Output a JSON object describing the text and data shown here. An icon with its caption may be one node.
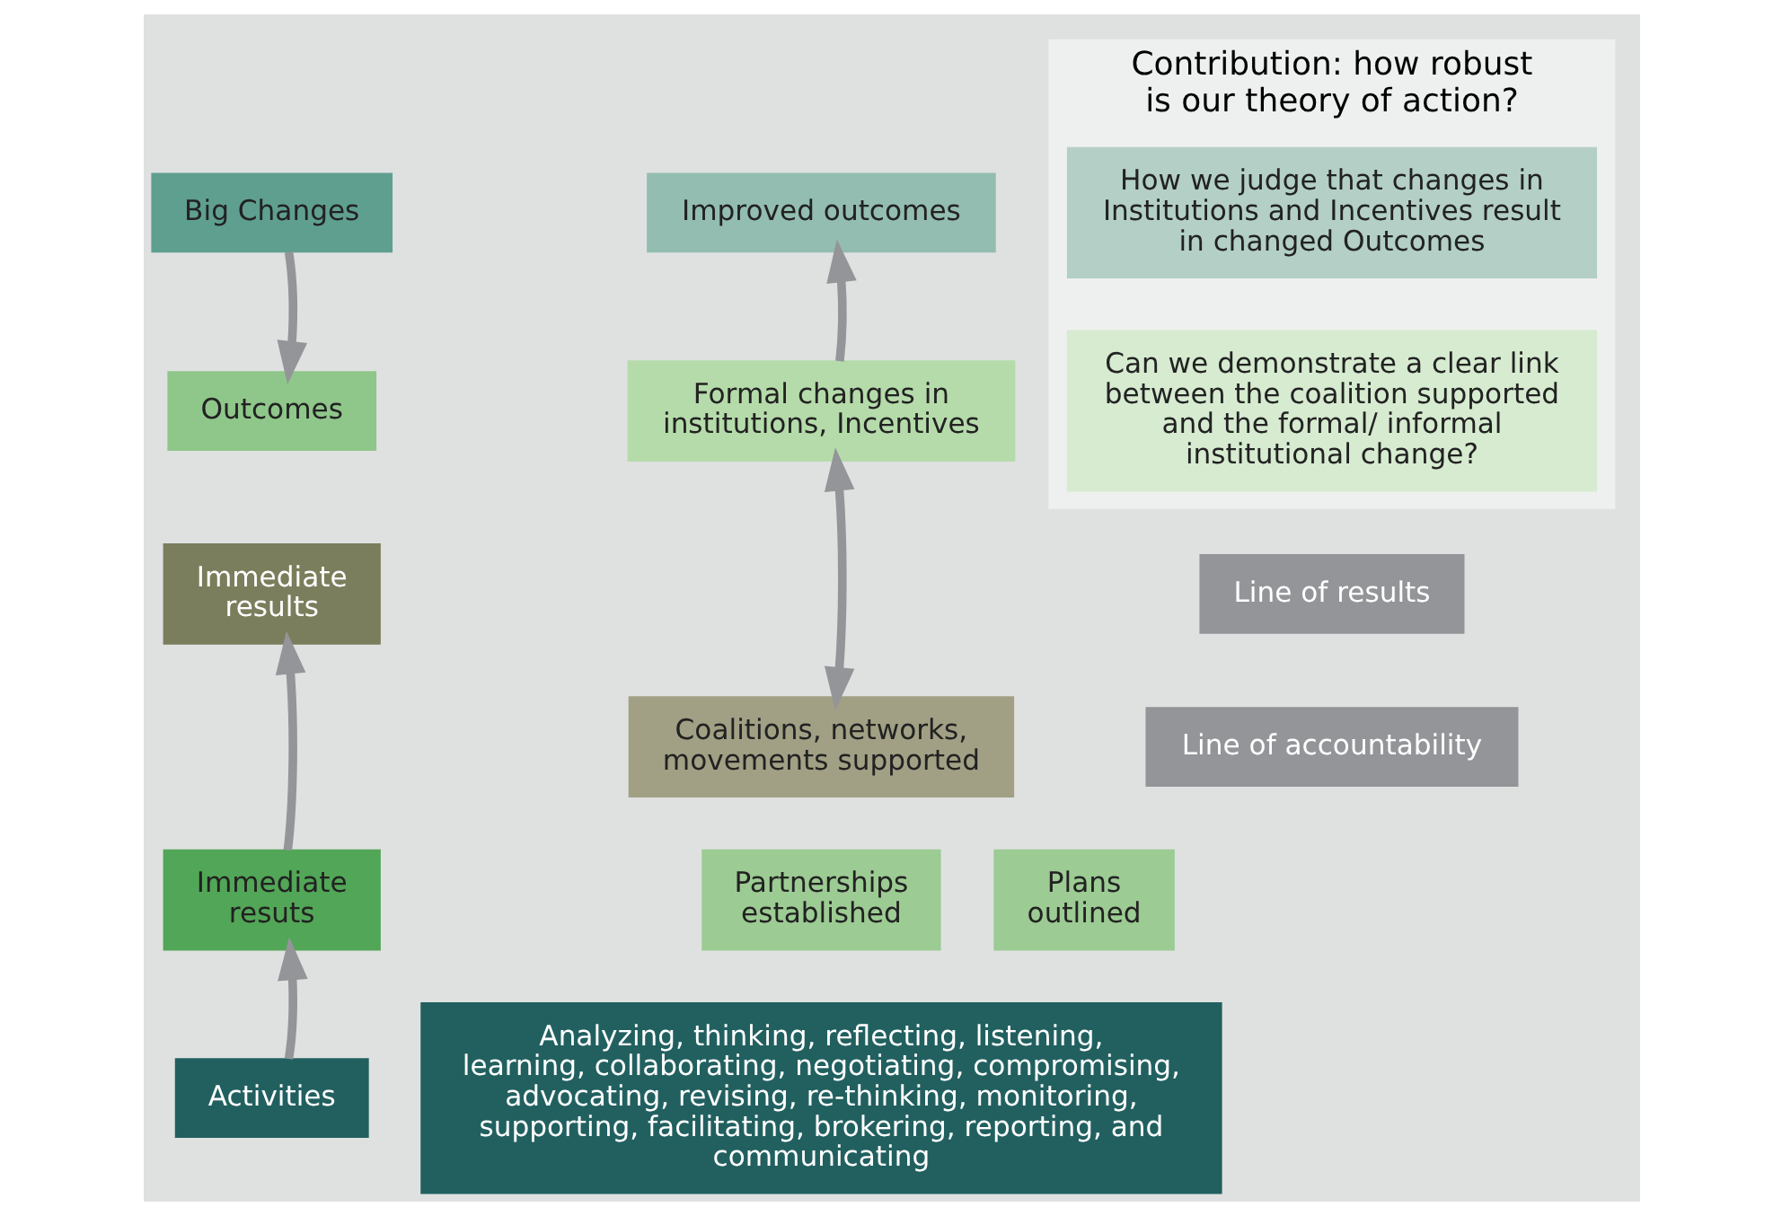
{
  "diagram": {
    "nodes": [
      {
        "text": [
          "Big Changes"
        ]
      },
      {
        "text": [
          "Improved outcomes"
        ]
      },
      {
        "text": [
          "Outcomes"
        ]
      },
      {
        "text": [
          "Formal changes in institutions, Incentives"
        ]
      },
      {
        "text": [
          "Contribution: how robust is our theory of action?"
        ]
      },
      {
        "text": [
          "How we judge that changes in Institutions and Incentives result in changed Outcomes"
        ],
        "in": 4
      },
      {
        "text": [
          "Can we demonstrate a clear link between the coalition supported and the formal/ informal institutional change?"
        ],
        "in": 4
      },
      {
        "text": [
          "Immediate results"
        ]
      },
      {
        "text": [
          "Coalitions, networks, movements supported"
        ]
      },
      {
        "text": [
          "Immediate resuts"
        ]
      },
      {
        "text": [
          "Partnerships established"
        ]
      },
      {
        "text": [
          "Plans outlined"
        ]
      },
      {
        "text": [
          "Activities"
        ]
      },
      {
        "text": [
          "Analyzing, thinking, reflecting, listening, learning, collaborating, negotiating, compromising, advocating, revising, re-thinking, monitoring, supporting, facilitating, brokering, reporting, and communicating"
        ]
      }
    ],
    "edges": [
      {
        "from": 0,
        "to": 2,
        "arrow": "to"
      },
      {
        "from": 3,
        "to": 1,
        "arrow": "to"
      },
      {
        "from": 3,
        "to": 8,
        "arrow": "both"
      },
      {
        "from": 9,
        "to": 7,
        "arrow": "to"
      },
      {
        "from": 12,
        "to": 9,
        "arrow": "to"
      }
    ],
    "labels": [
      "Line of results",
      "Line of accountability"
    ]
  }
}
